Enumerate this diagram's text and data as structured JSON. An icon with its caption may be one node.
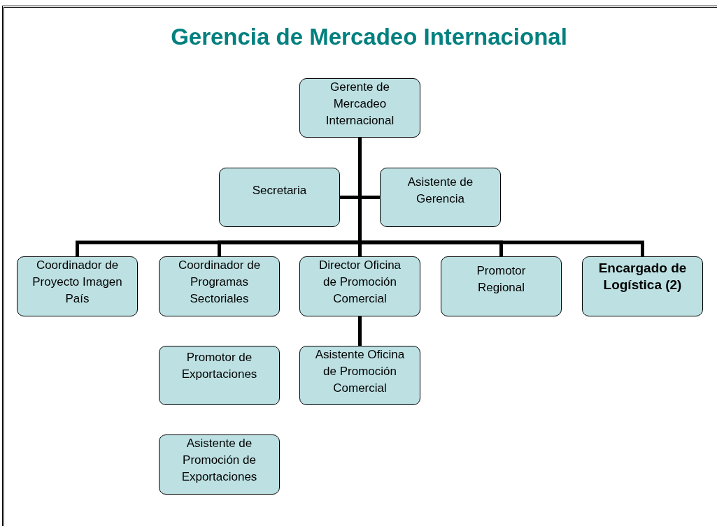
{
  "diagram": {
    "title": "Gerencia de Mercadeo Internacional",
    "nodes": [
      {
        "text": [
          "Gerente de Mercadeo Internacional"
        ]
      },
      {
        "text": [
          "Secretaria"
        ]
      },
      {
        "text": [
          "Asistente de Gerencia"
        ]
      },
      {
        "text": [
          "Coordinador de Proyecto Imagen País"
        ]
      },
      {
        "text": [
          "Coordinador de Programas Sectoriales"
        ]
      },
      {
        "text": [
          "Director Oficina de Promoción Comercial"
        ]
      },
      {
        "text": [
          "Promotor Regional"
        ]
      },
      {
        "text": [
          "Encargado de Logística (2)"
        ]
      },
      {
        "text": [
          "Promotor de Exportaciones"
        ]
      },
      {
        "text": [
          "Asistente Oficina de Promoción Comercial"
        ]
      },
      {
        "text": [
          "Asistente de Promoción de Exportaciones"
        ]
      }
    ],
    "edges": [
      {
        "from": 0,
        "to": 1,
        "arrow": "none"
      },
      {
        "from": 0,
        "to": 2,
        "arrow": "none"
      },
      {
        "from": 0,
        "to": 3,
        "arrow": "none"
      },
      {
        "from": 0,
        "to": 4,
        "arrow": "none"
      },
      {
        "from": 0,
        "to": 5,
        "arrow": "none"
      },
      {
        "from": 0,
        "to": 6,
        "arrow": "none"
      },
      {
        "from": 0,
        "to": 7,
        "arrow": "none"
      },
      {
        "from": 5,
        "to": 9,
        "arrow": "none"
      }
    ]
  }
}
